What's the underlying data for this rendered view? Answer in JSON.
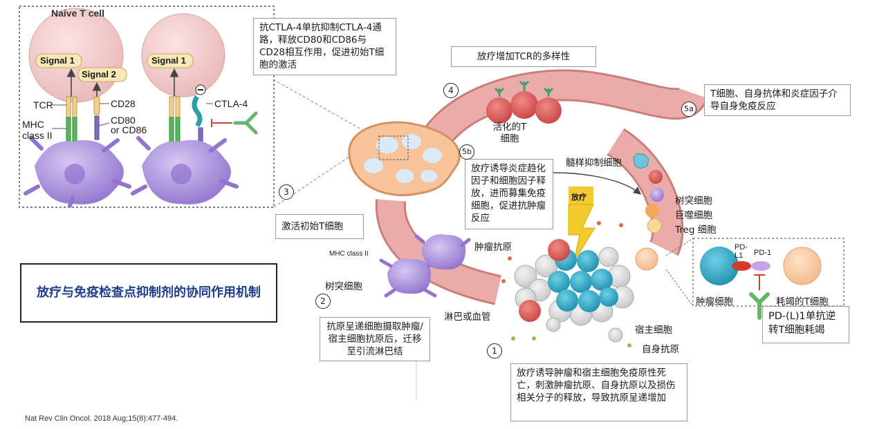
{
  "inset": {
    "title": "Naive T cell",
    "signal1_a": "Signal 1",
    "signal2": "Signal 2",
    "signal1_b": "Signal 1",
    "tcr": "TCR",
    "cd28": "CD28",
    "mhc_line1": "MHC",
    "mhc_line2": "class II",
    "cd80_line1": "CD80",
    "cd80_line2": "or CD86",
    "ctla4": "CTLA-4"
  },
  "callouts": {
    "ctla4_text": "抗CTLA-4单抗抑制CTLA-4通路，释放CD80和CD86与CD28相互作用，促进初始T细胞的激活",
    "tcr_diversity": "放疗增加TCR的多样性",
    "autoimmune": "T细胞、自身抗体和炎症因子介导自身免疫反应",
    "inflammation": "放疗诱导炎症趋化因子和细胞因子释放，进而募集免疫细胞，促进抗肿瘤反应",
    "activate_naive": "激活初始T细胞",
    "apc_migrate": "抗原呈递细胞摄取肿瘤/宿主细胞抗原后，迁移至引流淋巴结",
    "immunogenic_death": "放疗诱导肿瘤和宿主细胞免疫原性死亡，刺激肿瘤抗原、自身抗原以及损伤相关分子的释放，导致抗原呈递增加",
    "pdl1_mab": "PD-(L)1单抗逆转T细胞耗竭"
  },
  "title": "放疗与免疫检查点抑制剂的协同作用机制",
  "labels": {
    "activated_t": "活化的T细胞",
    "mdsc": "髓样抑制细胞",
    "dendritic": "树突细胞",
    "macrophage": "巨噬细胞",
    "treg": "Treg 细胞",
    "radiation": "放疗",
    "tumor_antigen": "肿瘤抗原",
    "mhc_class2": "MHC class II",
    "dendritic_left": "树突细胞",
    "lymph_vessel": "淋巴或血管",
    "host_cell": "宿主细胞",
    "self_antigen": "自身抗原",
    "pdl1": "PD-L1",
    "pd1": "PD-1",
    "tumor_cell": "肿瘤细胞",
    "exhausted_t": "耗竭的T细胞"
  },
  "steps": {
    "s1": "1",
    "s2": "2",
    "s3": "3",
    "s4": "4",
    "s5a": "5a",
    "s5b": "5b"
  },
  "citation": "Nat Rev Clin Oncol. 2018 Aug;15(8):477-494.",
  "colors": {
    "vessel": "#e39a97",
    "tcell": "#d85c5c",
    "tumor": "#2aa3c0",
    "host": "#d9d9d9",
    "dc": "#a98ad8",
    "signal_box": "#f7e8b8",
    "bolt": "#f2cb2e"
  }
}
